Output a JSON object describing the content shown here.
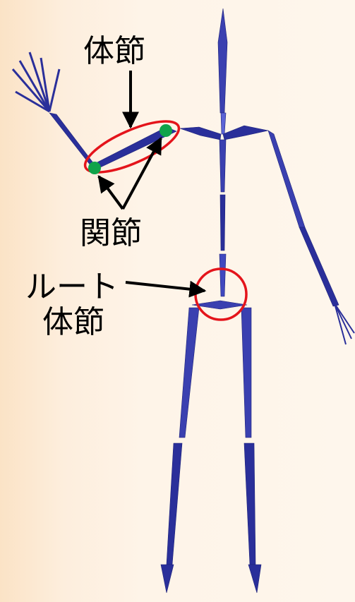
{
  "labels": {
    "body_segment": "体節",
    "joint": "関節",
    "root_line1": "ルート",
    "root_line2": "体節"
  },
  "colors": {
    "skeleton": "#2a2f9a",
    "skeleton_light": "#5b63d6",
    "highlight_circle": "#e4141b",
    "joint_dot": "#10a34a",
    "arrow": "#000000"
  }
}
